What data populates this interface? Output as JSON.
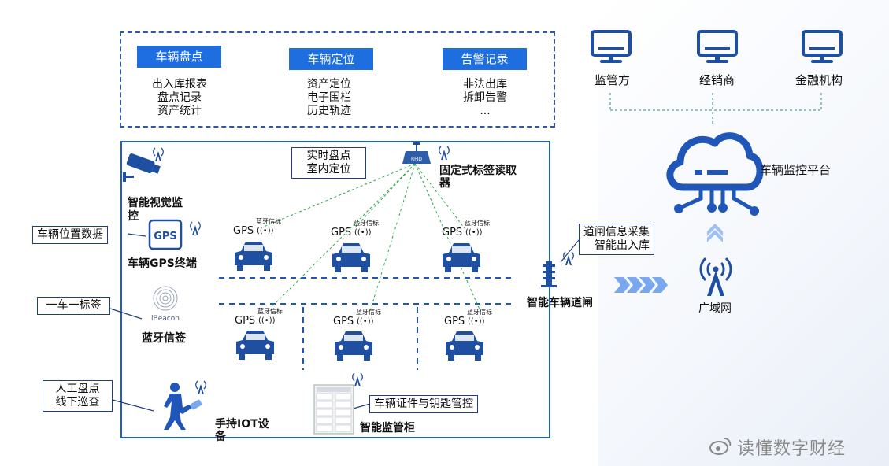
{
  "modules": [
    {
      "title": "车辆盘点",
      "items": [
        "出入库报表",
        "盘点记录",
        "资产统计"
      ]
    },
    {
      "title": "车辆定位",
      "items": [
        "资产定位",
        "电子围栏",
        "历史轨迹"
      ]
    },
    {
      "title": "告警记录",
      "items": [
        "非法出库",
        "拆卸告警",
        "..."
      ]
    }
  ],
  "terminals": [
    {
      "label": "监管方",
      "icon": "monitor-icon"
    },
    {
      "label": "经销商",
      "icon": "monitor-icon"
    },
    {
      "label": "金融机构",
      "icon": "monitor-icon"
    }
  ],
  "platform": {
    "label": "车辆监控平台",
    "icon": "cloud-platform-icon",
    "color": "#1f56b8"
  },
  "network": {
    "label": "广域网",
    "icon": "antenna-tower-icon"
  },
  "rfid": {
    "label": "固定式标签读取器",
    "callout": [
      "实时盘点",
      "室内定位"
    ],
    "device_text": "RFID"
  },
  "devices": {
    "camera": "智能视觉监控",
    "gps_terminal": "车辆GPS终端",
    "gps_icon_text": "GPS",
    "bluetooth_tag": "蓝牙信签",
    "ibeacon_text": "iBeacon",
    "handheld": "手持IOT设备",
    "cabinet": "智能监管柜",
    "barrier": "智能车辆道闸"
  },
  "callouts": {
    "vehicle_position": "车辆位置数据",
    "one_tag": "一车一标签",
    "manual": [
      "人工盘点",
      "线下巡查"
    ],
    "cabinet": "车辆证件与钥匙管控",
    "barrier": [
      "道闸信息采集",
      "智能出入库"
    ]
  },
  "car_label": {
    "gps": "GPS",
    "beacon": "蓝牙信标"
  },
  "watermark": "读懂数字财经",
  "colors": {
    "accent": "#1f6ee0",
    "dark_blue": "#1f4fa0",
    "link_green": "#2aa84a"
  }
}
